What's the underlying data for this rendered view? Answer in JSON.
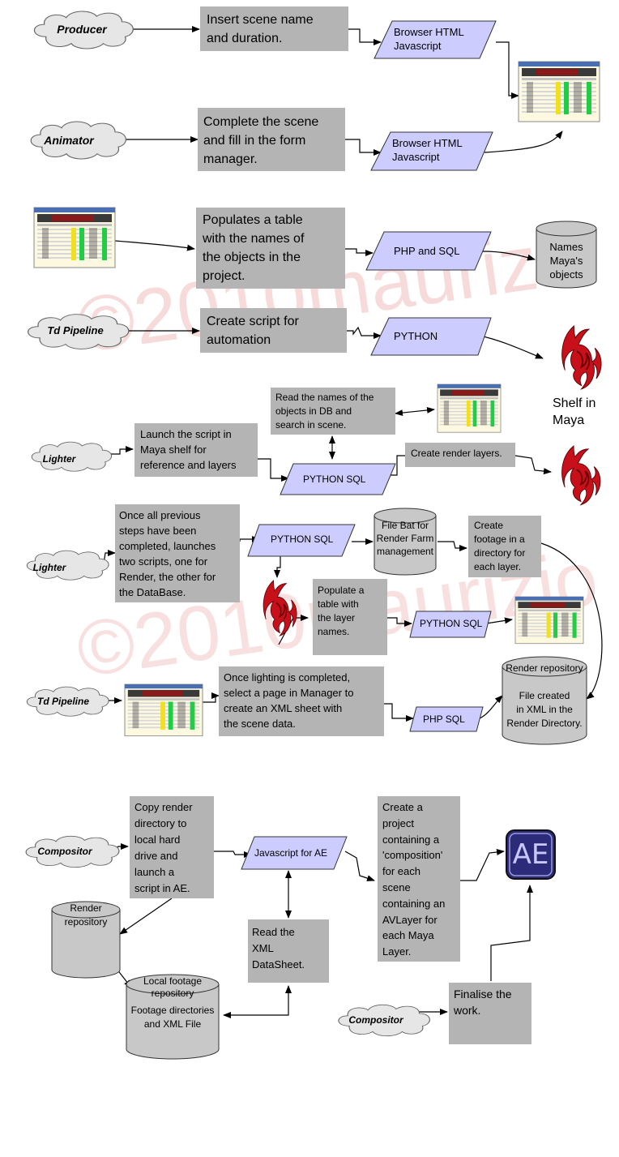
{
  "watermark": "©2010maurizio",
  "actors": {
    "producer": "Producer",
    "animator": "Animator",
    "td_pipeline_1": "Td Pipeline",
    "lighter_1": "Lighter",
    "lighter_2": "Lighter",
    "td_pipeline_2": "Td Pipeline",
    "compositor_1": "Compositor",
    "compositor_2": "Compositor"
  },
  "steps": {
    "insert_scene": "Insert scene name\nand duration.",
    "complete_scene": "Complete the scene\nand fill in the form\nmanager.",
    "populates_table": "Populates a table\nwith the names of\nthe objects in the\nproject.",
    "create_script": "Create script for\nautomation",
    "read_names": "Read the names of the\nobjects in DB and\nsearch in scene.",
    "launch_script": "Launch the script in\nMaya shelf  for\nreference and layers",
    "create_render_layers": "Create render layers.",
    "once_all_previous": "Once all previous\nsteps have been\ncompleted, launches\ntwo scripts, one for\nRender, the other for\nthe DataBase.",
    "create_footage": "Create\nfootage in a\ndirectory for\neach layer.",
    "populate_layer_table": "Populate a\ntable with\nthe layer\nnames.",
    "once_lighting": "Once lighting is completed,\nselect a page in Manager to\ncreate an XML sheet with\nthe scene data.",
    "copy_render": "Copy render\ndirectory to\nlocal hard\ndrive and\nlaunch a\nscript in AE.",
    "create_project": "Create a\nproject\ncontaining a\n'composition'\nfor each\nscene\ncontaining an\nAVLayer for\neach Maya\nLayer.",
    "read_xml": "Read the\nXML\nDataSheet.",
    "finalise": "Finalise the\nwork."
  },
  "tech": {
    "browser_1": "Browser HTML\nJavascript",
    "browser_2": "Browser HTML\nJavascript",
    "php_sql_1": "PHP and SQL",
    "python": "PYTHON",
    "python_sql_1": "PYTHON SQL",
    "python_sql_2": "PYTHON SQL",
    "python_sql_3": "PYTHON SQL",
    "php_sql_2": "PHP SQL",
    "javascript_ae": "Javascript for AE"
  },
  "databases": {
    "names_maya": "Names\nMaya's\nobjects",
    "file_bat": "File Bat for\nRender Farm\nmanagement",
    "render_repo_1_title": "Render repository",
    "render_repo_1_body": "File created\nin XML in the\nRender Directory.",
    "render_repo_2": "Render\nrepository",
    "local_footage_title": "Local footage\nrepository",
    "local_footage_body": "Footage directories\nand XML File"
  },
  "labels": {
    "shelf_in_maya": "Shelf in\nMaya",
    "ae_logo": "AE"
  },
  "colors": {
    "step_box": "#b4b4b4",
    "tech_parallelogram": "#ccccff",
    "cylinder": "#c8c8c8",
    "cloud": "#e6e6e6",
    "maya_red": "#c8101a",
    "ae_purple": "#2b2b7a",
    "watermark": "#f3c3c3"
  }
}
